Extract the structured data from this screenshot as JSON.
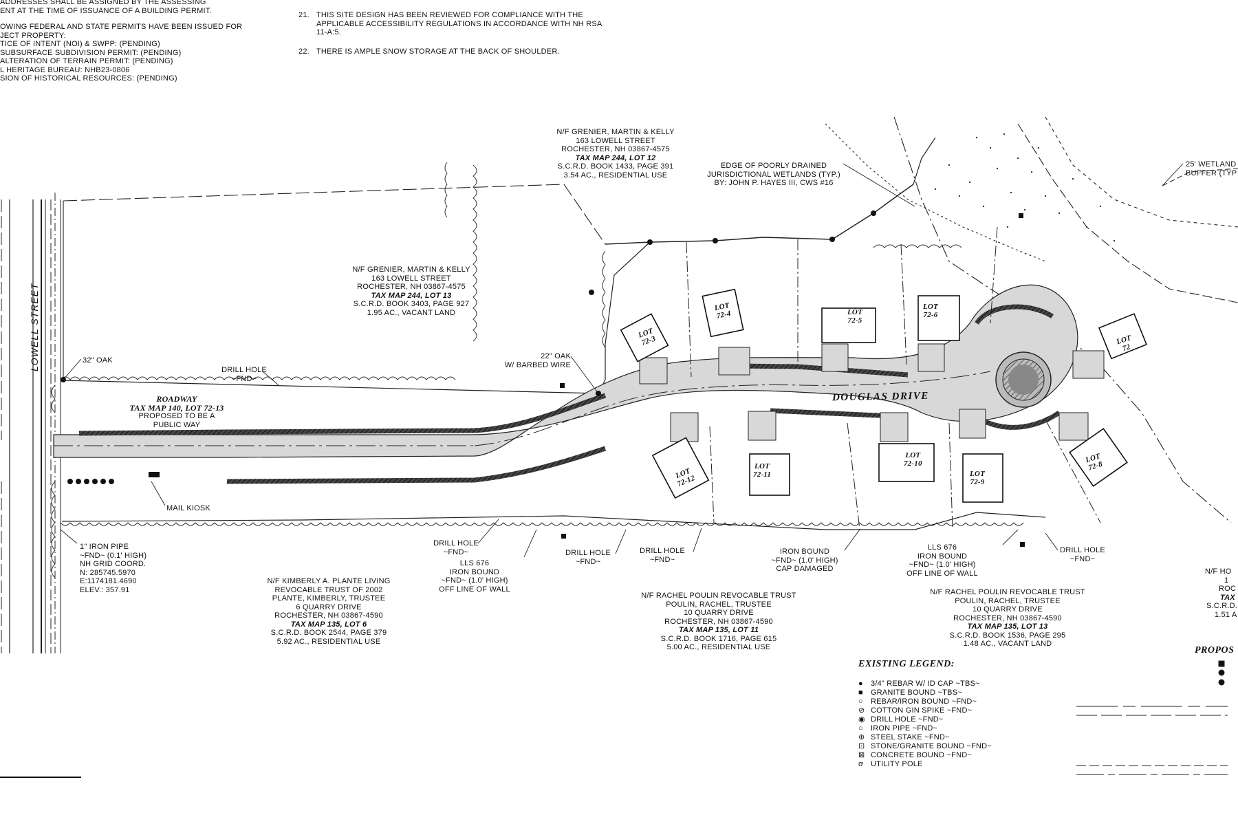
{
  "notes": {
    "left_lines": [
      "ADDRESSES SHALL BE ASSIGNED BY THE ASSESSING",
      "ENT AT THE TIME OF ISSUANCE OF A BUILDING PERMIT.",
      "OWING FEDERAL AND STATE PERMITS HAVE BEEN ISSUED  FOR",
      "JECT PROPERTY:",
      "TICE OF INTENT (NOI) & SWPP: (PENDING)",
      "SUBSURFACE SUBDIVISION PERMIT: (PENDING)",
      "ALTERATION OF TERRAIN PERMIT: (PENDING)",
      "L HERITAGE BUREAU: NHB23-0806",
      "SION OF HISTORICAL RESOURCES: (PENDING)"
    ],
    "note21_num": "21.",
    "note21_lines": [
      "THIS SITE DESIGN HAS BEEN REVIEWED FOR COMPLIANCE WITH THE",
      "APPLICABLE ACCESSIBILITY REGULATIONS IN ACCORDANCE WITH NH RSA",
      "11-A:5."
    ],
    "note22_num": "22.",
    "note22_text": "THERE IS AMPLE SNOW STORAGE AT THE BACK OF SHOULDER."
  },
  "street": "LOWELL STREET",
  "road_name": "DOUGLAS DRIVE",
  "abutters": {
    "lot12": {
      "lines": [
        "N/F GRENIER, MARTIN & KELLY",
        "163 LOWELL STREET",
        "ROCHESTER, NH 03867-4575"
      ],
      "tax": "TAX MAP 244, LOT 12",
      "tail": [
        "S.C.R.D. BOOK 1433, PAGE 391",
        "3.54 AC., RESIDENTIAL USE"
      ]
    },
    "lot13": {
      "lines": [
        "N/F GRENIER, MARTIN & KELLY",
        "163 LOWELL STREET",
        "ROCHESTER, NH 03867-4575"
      ],
      "tax": "TAX MAP 244, LOT 13",
      "tail": [
        "S.C.R.D. BOOK 3403, PAGE 927",
        "1.95 AC., VACANT LAND"
      ]
    },
    "plante": {
      "lines": [
        "N/F KIMBERLY A. PLANTE LIVING",
        "REVOCABLE TRUST OF 2002",
        "PLANTE, KIMBERLY, TRUSTEE",
        "6 QUARRY DRIVE",
        "ROCHESTER, NH 03867-4590"
      ],
      "tax": "TAX MAP 135, LOT 6",
      "tail": [
        "S.C.R.D. BOOK 2544, PAGE 379",
        "5.92 AC., RESIDENTIAL USE"
      ]
    },
    "poulin11": {
      "lines": [
        "N/F RACHEL POULIN REVOCABLE TRUST",
        "POULIN, RACHEL, TRUSTEE",
        "10 QUARRY DRIVE",
        "ROCHESTER, NH 03867-4590"
      ],
      "tax": "TAX MAP 135, LOT 11",
      "tail": [
        "S.C.R.D. BOOK 1716, PAGE 615",
        "5.00 AC., RESIDENTIAL USE"
      ]
    },
    "poulin13": {
      "lines": [
        "N/F RACHEL POULIN REVOCABLE TRUST",
        "POULIN, RACHEL, TRUSTEE",
        "10 QUARRY DRIVE",
        "ROCHESTER, NH 03867-4590"
      ],
      "tax": "TAX MAP 135, LOT 13",
      "tail": [
        "S.C.R.D. BOOK 1536, PAGE 295",
        "1.48 AC., VACANT LAND"
      ]
    },
    "right_cut": {
      "lines": [
        "N/F HO",
        "1",
        "ROC"
      ],
      "tax": "TAX",
      "tail": [
        "S.C.R.D.",
        "1.51 A"
      ]
    }
  },
  "roadway": {
    "title": "ROADWAY",
    "tax": "TAX MAP 140, LOT 72-13",
    "lines": [
      "PROPOSED TO BE A",
      "PUBLIC WAY"
    ]
  },
  "labels": {
    "oak32": "32\" OAK",
    "drill1": [
      "DRILL HOLE",
      "~FND~"
    ],
    "oak22": [
      "22\" OAK",
      "W/ BARBED WIRE"
    ],
    "wetland_edge": [
      "EDGE OF POORLY DRAINED",
      "JURISDICTIONAL WETLANDS (TYP.)",
      "BY:  JOHN P. HAYES III, CWS #16"
    ],
    "wetland_buffer": [
      "25' WETLAND",
      "BUFFER (TYP"
    ],
    "mail_kiosk": "MAIL KIOSK",
    "iron_pipe": [
      "1\" IRON PIPE",
      "~FND~ (0.1' HIGH)",
      "NH GRID COORD.",
      "N: 285745.5970",
      "E:1174181.4690",
      "ELEV.: 357.91"
    ],
    "drill2": [
      "DRILL HOLE",
      "~FND~"
    ],
    "lls1": [
      "LLS 676",
      "IRON BOUND",
      "~FND~ (1.0' HIGH)",
      "OFF LINE OF WALL"
    ],
    "drill3": [
      "DRILL HOLE",
      "~FND~"
    ],
    "drill4": [
      "DRILL HOLE",
      "~FND~"
    ],
    "iron_bound_cap": [
      "IRON BOUND",
      "~FND~ (1.0' HIGH)",
      "CAP DAMAGED"
    ],
    "lls2": [
      "LLS 676",
      "IRON BOUND",
      "~FND~ (1.0' HIGH)",
      "OFF LINE OF WALL"
    ],
    "drill5": [
      "DRILL HOLE",
      "~FND~"
    ],
    "proposed_cut": "PROPOS"
  },
  "lots": [
    {
      "id": "72-3",
      "label": [
        "LOT",
        "72-3"
      ]
    },
    {
      "id": "72-4",
      "label": [
        "LOT",
        "72-4"
      ]
    },
    {
      "id": "72-5",
      "label": [
        "LOT",
        "72-5"
      ]
    },
    {
      "id": "72-6",
      "label": [
        "LOT",
        "72-6"
      ]
    },
    {
      "id": "72",
      "label": [
        "LOT",
        "72"
      ]
    },
    {
      "id": "72-12",
      "label": [
        "LOT",
        "72-12"
      ]
    },
    {
      "id": "72-11",
      "label": [
        "LOT",
        "72-11"
      ]
    },
    {
      "id": "72-10",
      "label": [
        "LOT",
        "72-10"
      ]
    },
    {
      "id": "72-9",
      "label": [
        "LOT",
        "72-9"
      ]
    },
    {
      "id": "72-8",
      "label": [
        "LOT",
        "72-8"
      ]
    }
  ],
  "legend": {
    "title": "EXISTING LEGEND:",
    "items": [
      {
        "sym": "●",
        "text": "3/4\" REBAR W/ ID CAP ~TBS~"
      },
      {
        "sym": "■",
        "text": "GRANITE BOUND ~TBS~"
      },
      {
        "sym": "○",
        "text": "REBAR/IRON BOUND ~FND~"
      },
      {
        "sym": "⊘",
        "text": "COTTON GIN SPIKE ~FND~"
      },
      {
        "sym": "◉",
        "text": "DRILL HOLE ~FND~"
      },
      {
        "sym": "○",
        "text": "IRON PIPE ~FND~"
      },
      {
        "sym": "⊕",
        "text": "STEEL STAKE ~FND~"
      },
      {
        "sym": "⊡",
        "text": "STONE/GRANITE BOUND ~FND~"
      },
      {
        "sym": "⊠",
        "text": "CONCRETE BOUND ~FND~"
      },
      {
        "sym": "ơ",
        "text": "UTILITY POLE"
      }
    ]
  }
}
